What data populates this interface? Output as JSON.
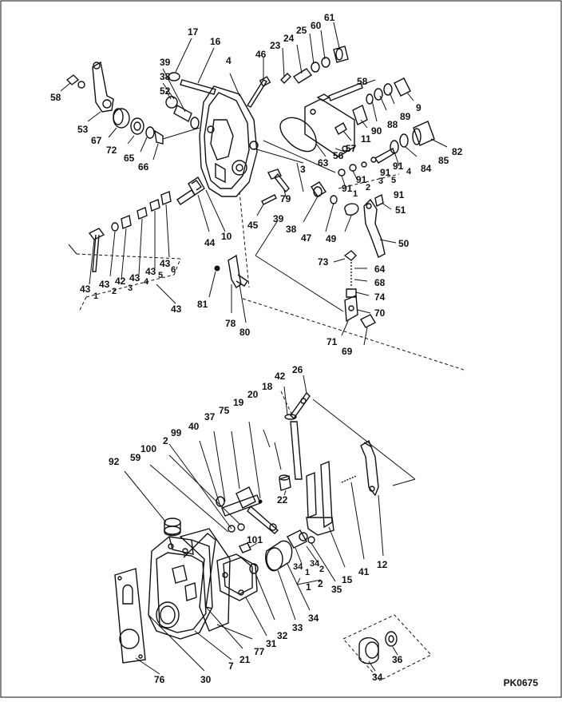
{
  "drawing_code": "PK0675",
  "callouts": [
    {
      "id": "c61",
      "text": "61"
    },
    {
      "id": "c60",
      "text": "60"
    },
    {
      "id": "c25",
      "text": "25"
    },
    {
      "id": "c24",
      "text": "24"
    },
    {
      "id": "c23",
      "text": "23"
    },
    {
      "id": "c46",
      "text": "46"
    },
    {
      "id": "c17",
      "text": "17"
    },
    {
      "id": "c16",
      "text": "16"
    },
    {
      "id": "c4",
      "text": "4"
    },
    {
      "id": "c39a",
      "text": "39"
    },
    {
      "id": "c38a",
      "text": "38"
    },
    {
      "id": "c52",
      "text": "52"
    },
    {
      "id": "c58a",
      "text": "58"
    },
    {
      "id": "c53",
      "text": "53"
    },
    {
      "id": "c67",
      "text": "67"
    },
    {
      "id": "c72",
      "text": "72"
    },
    {
      "id": "c65",
      "text": "65"
    },
    {
      "id": "c66",
      "text": "66"
    },
    {
      "id": "c58b",
      "text": "58"
    },
    {
      "id": "c9",
      "text": "9"
    },
    {
      "id": "c89",
      "text": "89"
    },
    {
      "id": "c88",
      "text": "88"
    },
    {
      "id": "c90",
      "text": "90"
    },
    {
      "id": "c11",
      "text": "11"
    },
    {
      "id": "c57",
      "text": "57"
    },
    {
      "id": "c56",
      "text": "56"
    },
    {
      "id": "c63",
      "text": "63"
    },
    {
      "id": "c82",
      "text": "82"
    },
    {
      "id": "c85",
      "text": "85"
    },
    {
      "id": "c84",
      "text": "84"
    },
    {
      "id": "c3",
      "text": "3"
    },
    {
      "id": "c91a",
      "text": "91"
    },
    {
      "id": "c91b",
      "text": "91"
    },
    {
      "id": "c91c",
      "text": "91"
    },
    {
      "id": "c91d",
      "text": "91"
    },
    {
      "id": "c1a",
      "text": "1"
    },
    {
      "id": "c2a",
      "text": "2"
    },
    {
      "id": "c3b",
      "text": "3"
    },
    {
      "id": "c4b",
      "text": "4"
    },
    {
      "id": "c5a",
      "text": "5"
    },
    {
      "id": "c91e",
      "text": "91"
    },
    {
      "id": "c79",
      "text": "79"
    },
    {
      "id": "c51",
      "text": "51"
    },
    {
      "id": "c39b",
      "text": "39"
    },
    {
      "id": "c45",
      "text": "45"
    },
    {
      "id": "c38b",
      "text": "38"
    },
    {
      "id": "c47",
      "text": "47"
    },
    {
      "id": "c49",
      "text": "49"
    },
    {
      "id": "c50",
      "text": "50"
    },
    {
      "id": "c44",
      "text": "44"
    },
    {
      "id": "c10",
      "text": "10"
    },
    {
      "id": "c73",
      "text": "73"
    },
    {
      "id": "c64",
      "text": "64"
    },
    {
      "id": "c68",
      "text": "68"
    },
    {
      "id": "c74",
      "text": "74"
    },
    {
      "id": "c70",
      "text": "70"
    },
    {
      "id": "c71",
      "text": "71"
    },
    {
      "id": "c69",
      "text": "69"
    },
    {
      "id": "c81",
      "text": "81"
    },
    {
      "id": "c78",
      "text": "78"
    },
    {
      "id": "c80",
      "text": "80"
    },
    {
      "id": "c43a",
      "text": "43"
    },
    {
      "id": "c1b",
      "text": "1"
    },
    {
      "id": "c43b",
      "text": "43"
    },
    {
      "id": "c2b",
      "text": "2"
    },
    {
      "id": "c42a",
      "text": "42"
    },
    {
      "id": "c3c",
      "text": "3"
    },
    {
      "id": "c43c",
      "text": "43"
    },
    {
      "id": "c4c",
      "text": "4"
    },
    {
      "id": "c43d",
      "text": "43"
    },
    {
      "id": "c5b",
      "text": "5"
    },
    {
      "id": "c43e",
      "text": "43"
    },
    {
      "id": "c6a",
      "text": "6"
    },
    {
      "id": "c43f",
      "text": "43"
    },
    {
      "id": "c42b",
      "text": "42"
    },
    {
      "id": "c26",
      "text": "26"
    },
    {
      "id": "c18",
      "text": "18"
    },
    {
      "id": "c20",
      "text": "20"
    },
    {
      "id": "c19",
      "text": "19"
    },
    {
      "id": "c75",
      "text": "75"
    },
    {
      "id": "c37",
      "text": "37"
    },
    {
      "id": "c40",
      "text": "40"
    },
    {
      "id": "c99",
      "text": "99"
    },
    {
      "id": "c2c",
      "text": "2"
    },
    {
      "id": "c100",
      "text": "100"
    },
    {
      "id": "c59",
      "text": "59"
    },
    {
      "id": "c92",
      "text": "92"
    },
    {
      "id": "c22",
      "text": "22"
    },
    {
      "id": "c101",
      "text": "101"
    },
    {
      "id": "c12",
      "text": "12"
    },
    {
      "id": "c41",
      "text": "41"
    },
    {
      "id": "c15",
      "text": "15"
    },
    {
      "id": "c35",
      "text": "35"
    },
    {
      "id": "c34a",
      "text": "34"
    },
    {
      "id": "c1c",
      "text": "1"
    },
    {
      "id": "c34b",
      "text": "34"
    },
    {
      "id": "c2d",
      "text": "2"
    },
    {
      "id": "c1d",
      "text": "1"
    },
    {
      "id": "c2e",
      "text": "2"
    },
    {
      "id": "c34c",
      "text": "34"
    },
    {
      "id": "c33",
      "text": "33"
    },
    {
      "id": "c32",
      "text": "32"
    },
    {
      "id": "c31",
      "text": "31"
    },
    {
      "id": "c77",
      "text": "77"
    },
    {
      "id": "c21",
      "text": "21"
    },
    {
      "id": "c7",
      "text": "7"
    },
    {
      "id": "c30",
      "text": "30"
    },
    {
      "id": "c76",
      "text": "76"
    },
    {
      "id": "c34d",
      "text": "34"
    },
    {
      "id": "c36",
      "text": "36"
    }
  ]
}
